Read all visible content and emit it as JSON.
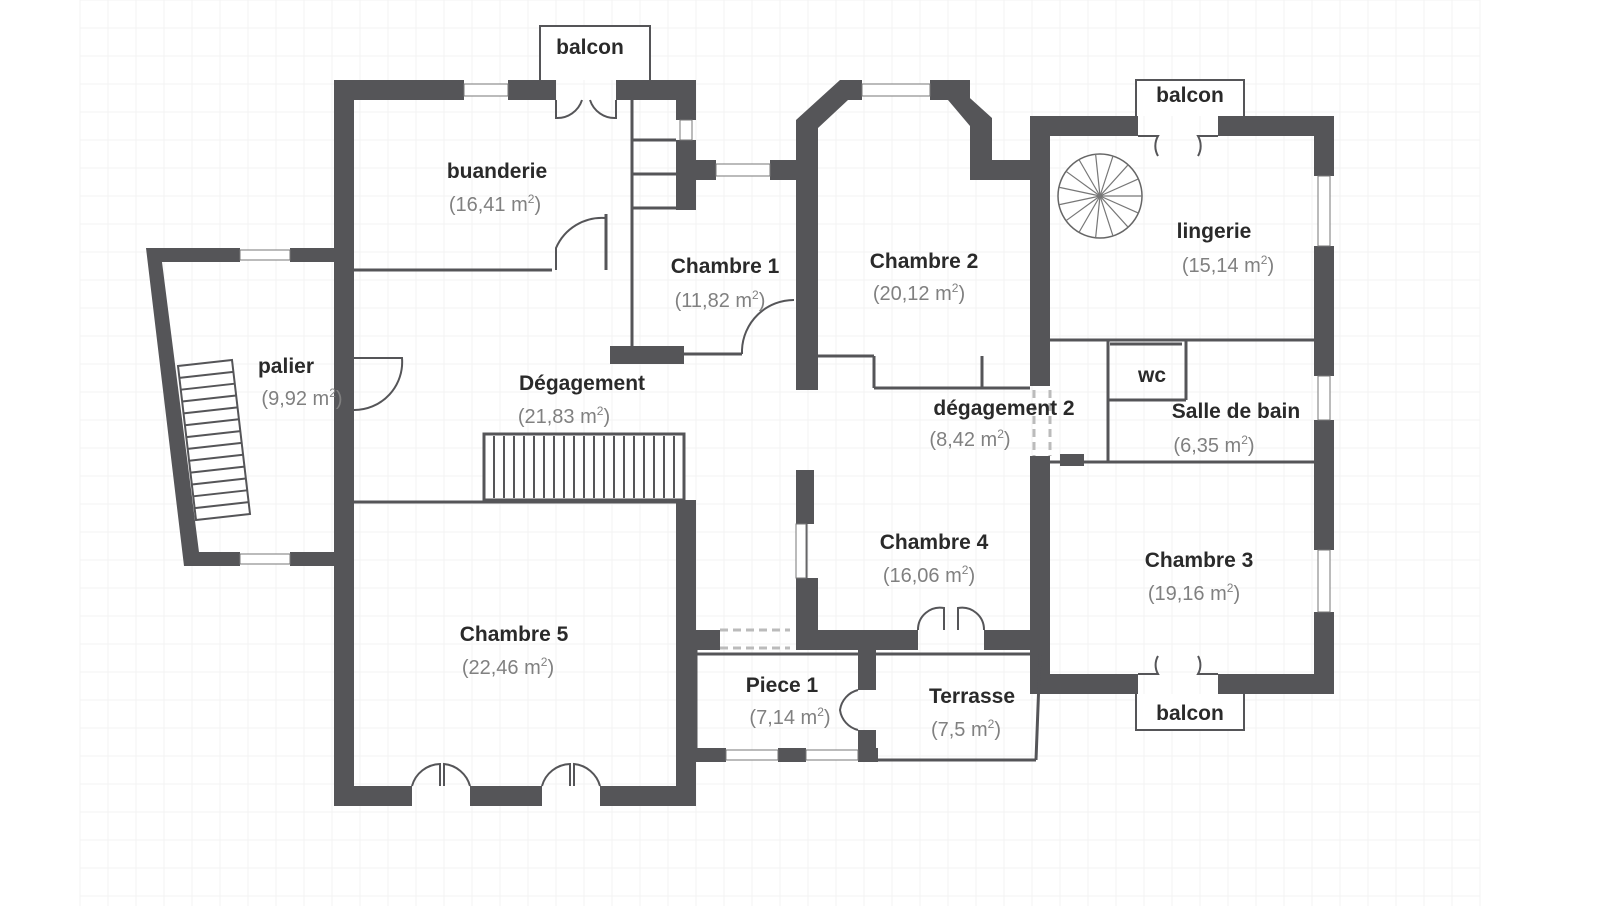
{
  "plan": {
    "rooms": [
      {
        "id": "buanderie",
        "name": "buanderie",
        "area": "(16,41 m",
        "sup": "2",
        "close": ")"
      },
      {
        "id": "chambre-1",
        "name": "Chambre 1",
        "area": "(11,82 m",
        "sup": "2",
        "close": ")"
      },
      {
        "id": "chambre-2",
        "name": "Chambre 2",
        "area": "(20,12 m",
        "sup": "2",
        "close": ")"
      },
      {
        "id": "lingerie",
        "name": "lingerie",
        "area": "(15,14 m",
        "sup": "2",
        "close": ")"
      },
      {
        "id": "palier",
        "name": "palier",
        "area": "(9,92 m",
        "sup": "2",
        "close": ")"
      },
      {
        "id": "degagement",
        "name": "Dégagement",
        "area": "(21,83 m",
        "sup": "2",
        "close": ")"
      },
      {
        "id": "degagement-2",
        "name": "dégagement 2",
        "area": "(8,42 m",
        "sup": "2",
        "close": ")"
      },
      {
        "id": "wc",
        "name": "wc",
        "area": "",
        "sup": "",
        "close": ""
      },
      {
        "id": "salle-de-bain",
        "name": "Salle de bain",
        "area": "(6,35 m",
        "sup": "2",
        "close": ")"
      },
      {
        "id": "chambre-4",
        "name": "Chambre 4",
        "area": "(16,06 m",
        "sup": "2",
        "close": ")"
      },
      {
        "id": "chambre-3",
        "name": "Chambre 3",
        "area": "(19,16 m",
        "sup": "2",
        "close": ")"
      },
      {
        "id": "chambre-5",
        "name": "Chambre 5",
        "area": "(22,46 m",
        "sup": "2",
        "close": ")"
      },
      {
        "id": "piece-1",
        "name": "Piece 1",
        "area": "(7,14 m",
        "sup": "2",
        "close": ")"
      },
      {
        "id": "terrasse",
        "name": "Terrasse",
        "area": "(7,5 m",
        "sup": "2",
        "close": ")"
      }
    ],
    "balconies": [
      {
        "id": "balcon-top-left",
        "label": "balcon"
      },
      {
        "id": "balcon-top-right",
        "label": "balcon"
      },
      {
        "id": "balcon-bottom-right",
        "label": "balcon"
      }
    ],
    "colors": {
      "wall": "#555558",
      "text": "#2a2a2a",
      "area_text": "#808080",
      "grid": "#f3f3f3"
    }
  }
}
